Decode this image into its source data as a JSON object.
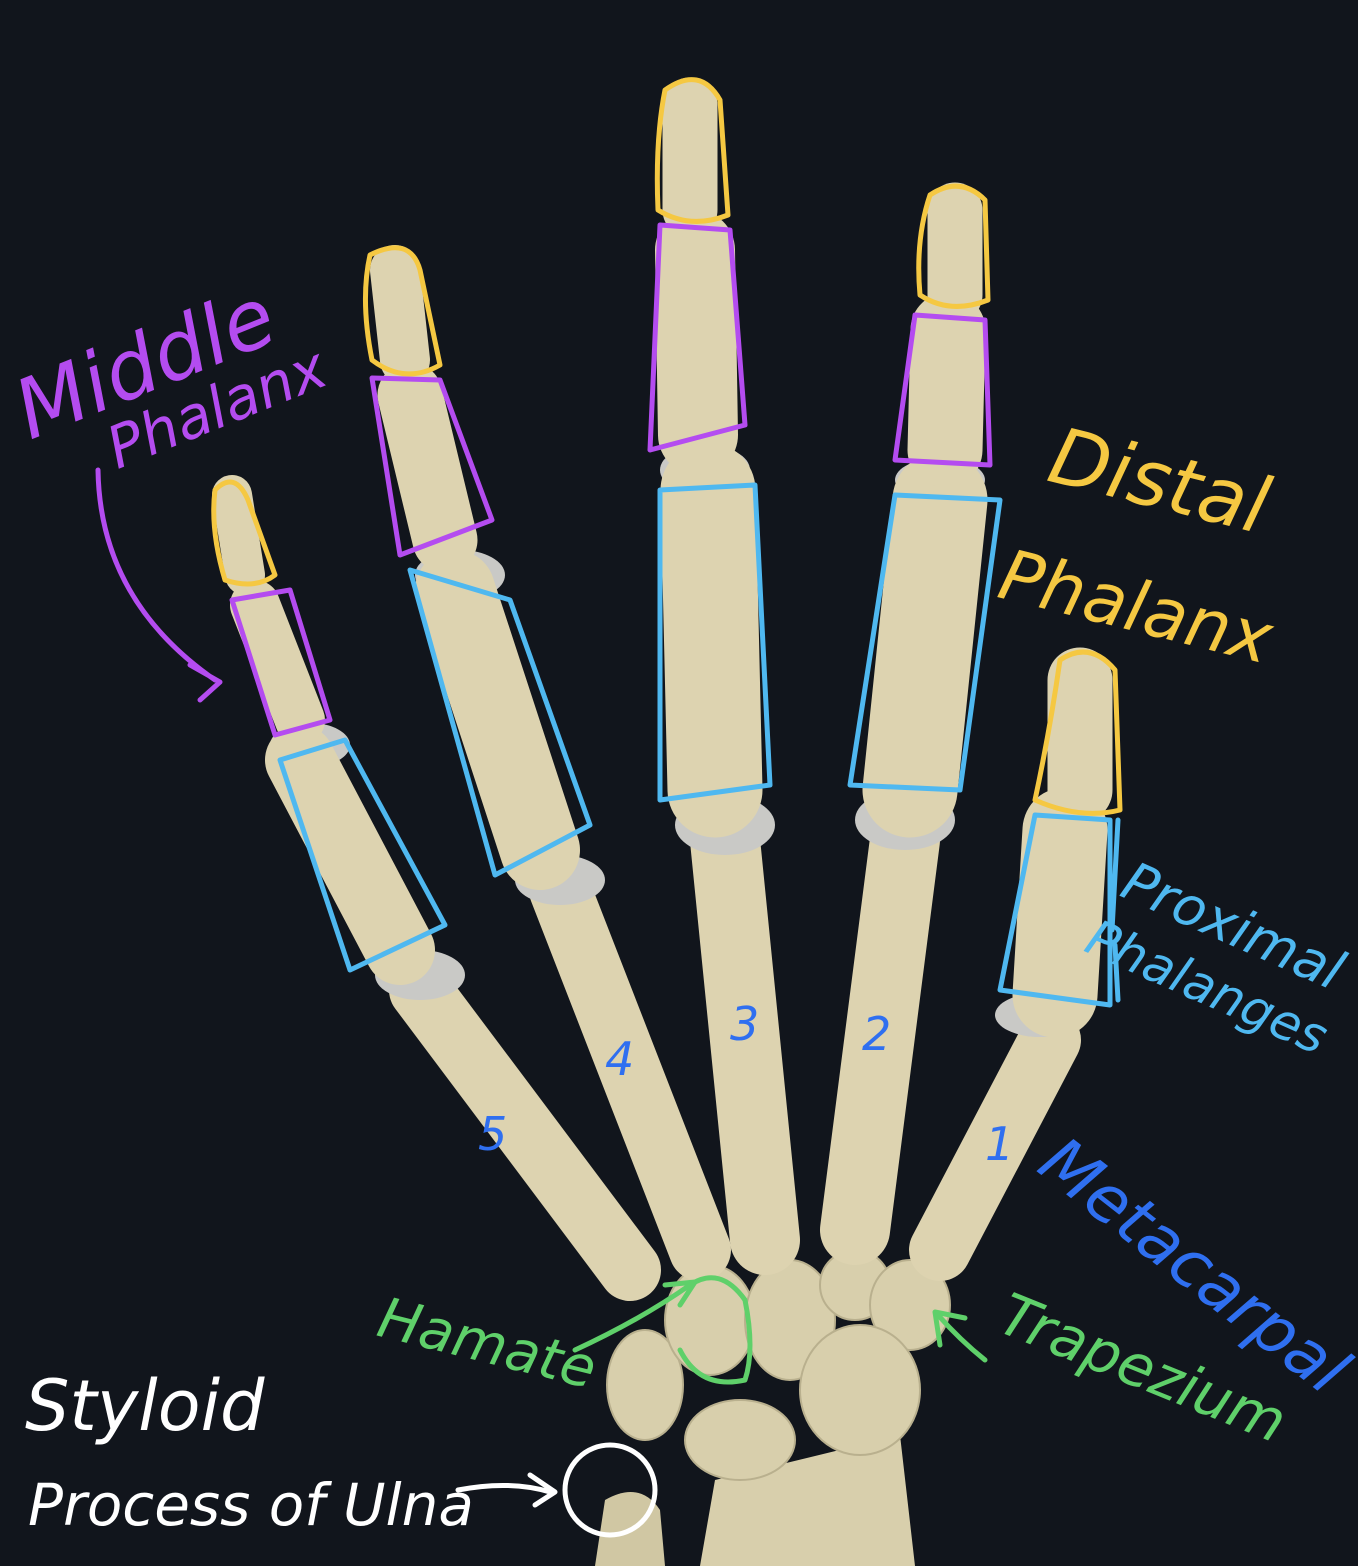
{
  "labels": {
    "middle_phalanx": [
      "Middle",
      "Phalanx"
    ],
    "distal_phalanx": [
      "Distal",
      "Phalanx"
    ],
    "proximal_phalanges": [
      "Proximal",
      "Phalanges"
    ],
    "metacarpal": "Metacarpal",
    "trapezium": "Trapezium",
    "hamate": "Hamate",
    "styloid": [
      "Styloid",
      "Process of Ulna"
    ]
  },
  "metacarpal_numbers": [
    "1",
    "2",
    "3",
    "4",
    "5"
  ],
  "colors": {
    "background": "#11151c",
    "bone": "#ddd3b0",
    "distal_phalanx": "#f5c842",
    "middle_phalanx": "#b44cf0",
    "proximal_phalanges": "#4fb8f0",
    "metacarpal": "#2f6ff0",
    "carpal_labels": "#5fd06a",
    "styloid": "#ffffff"
  }
}
